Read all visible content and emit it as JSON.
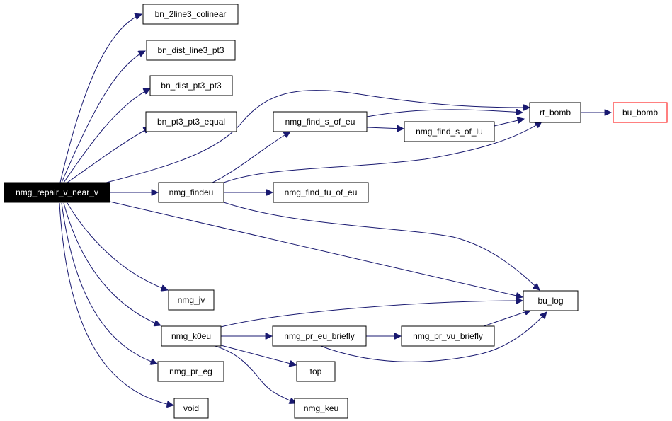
{
  "graph": {
    "colors": {
      "edge": "#191970",
      "root_fill": "#000000",
      "root_text": "#ffffff",
      "node_border": "#000000",
      "highlight_border": "#ff0000"
    },
    "nodes": {
      "root": "nmg_repair_v_near_v",
      "bn_2line3_colinear": "bn_2line3_colinear",
      "bn_dist_line3_pt3": "bn_dist_line3_pt3",
      "bn_dist_pt3_pt3": "bn_dist_pt3_pt3",
      "bn_pt3_pt3_equal": "bn_pt3_pt3_equal",
      "nmg_find_s_of_eu": "nmg_find_s_of_eu",
      "nmg_find_s_of_lu": "nmg_find_s_of_lu",
      "rt_bomb": "rt_bomb",
      "bu_bomb": "bu_bomb",
      "nmg_findeu": "nmg_findeu",
      "nmg_find_fu_of_eu": "nmg_find_fu_of_eu",
      "nmg_jv": "nmg_jv",
      "bu_log": "bu_log",
      "nmg_k0eu": "nmg_k0eu",
      "nmg_pr_eu_briefly": "nmg_pr_eu_briefly",
      "nmg_pr_vu_briefly": "nmg_pr_vu_briefly",
      "top": "top",
      "nmg_pr_eg": "nmg_pr_eg",
      "nmg_keu": "nmg_keu",
      "void": "void"
    }
  }
}
